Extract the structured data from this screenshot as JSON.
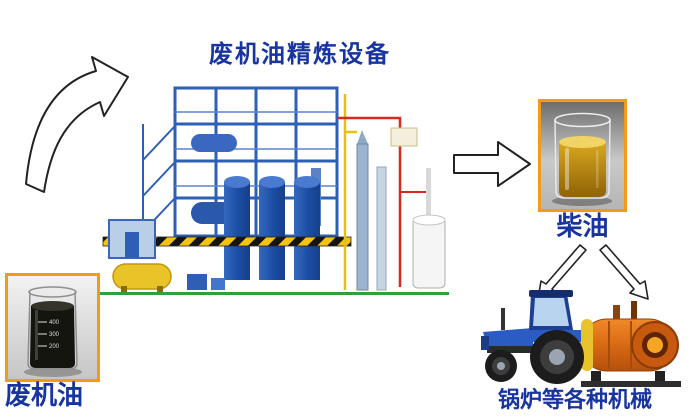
{
  "title": "废机油精炼设备",
  "labels": {
    "waste_oil": "废机油",
    "diesel": "柴油",
    "machinery": "锅炉等各种机械"
  },
  "waste_beaker": {
    "graduations": [
      "400",
      "300",
      "200"
    ]
  },
  "colors": {
    "label_blue": "#1734a0",
    "photo_frame_orange": "#f09c1a",
    "plant_blue": "#2d5fb5",
    "hazard_yellow": "#f2c40f",
    "diesel_amber": "#d9a91f",
    "tractor_blue": "#2b5cc4",
    "boiler_orange": "#d96a14"
  }
}
